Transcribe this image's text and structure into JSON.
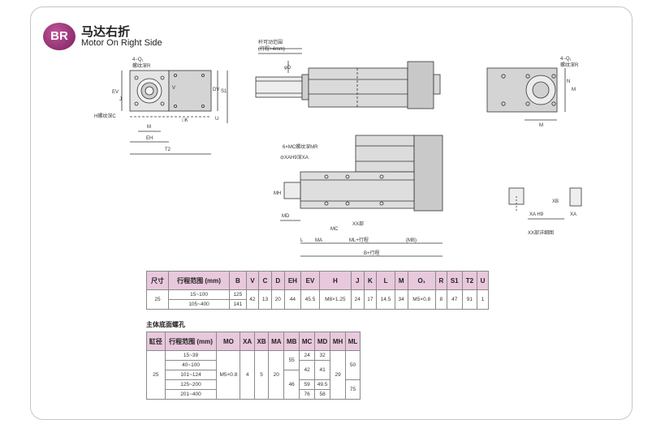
{
  "header": {
    "badge": "BR",
    "title_cn": "马达右折",
    "title_en": "Motor On Right Side"
  },
  "drawing_labels": {
    "front_4q": "4−Q₁",
    "front_thread_r": "螺纹深R",
    "front_h_thread": "H螺纹深C",
    "stroke_range": "杆可动范围",
    "stroke_range_sub": "(行程+4mm)",
    "ev": "EV",
    "j": "J",
    "m": "M",
    "eh": "EH",
    "t2": "T2",
    "k": "□K",
    "v": "V",
    "dv": "DV",
    "s1": "S1",
    "u": "U",
    "phi_d": "φD",
    "right_4q": "4−Q₁",
    "right_thread_r": "螺纹深R",
    "right_n": "N",
    "right_m": "M",
    "six_mc": "6×MC螺纹深MR",
    "xah9": "⊘XAH9深XA",
    "mh": "MH",
    "md": "MD",
    "mc": "MC",
    "xx": "XX部",
    "l": "L",
    "ma": "MA",
    "ml_stroke": "ML+行程",
    "mb": "(MB)",
    "b_stroke": "B+行程",
    "xb": "XB",
    "xa_h9": "XA H9",
    "xa": "XA",
    "xx_detail": "XX部详细图"
  },
  "table1": {
    "headers": [
      "尺寸",
      "行程范围\n(mm)",
      "B",
      "V",
      "C",
      "D",
      "EH",
      "EV",
      "H",
      "J",
      "K",
      "L",
      "M",
      "O₁",
      "R",
      "S1",
      "T2",
      "U"
    ],
    "size": "25",
    "stroke_1": "15~100",
    "b_1": "125",
    "stroke_2": "105~400",
    "b_2": "141",
    "v": "42",
    "c": "13",
    "d": "20",
    "eh": "44",
    "ev": "45.5",
    "h": "M8×1.25",
    "j": "24",
    "k": "17",
    "l": "14.5",
    "m": "34",
    "o1": "M5×0.8",
    "r": "8",
    "s1": "47",
    "t2": "91",
    "u": "1"
  },
  "table2": {
    "title": "主体底面螺孔",
    "headers": [
      "缸径",
      "行程范围\n(mm)",
      "MO",
      "XA",
      "XB",
      "MA",
      "MB",
      "MC",
      "MD",
      "MH",
      "ML"
    ],
    "bore": "25",
    "mo": "M5×0.8",
    "xa": "4",
    "xb": "5",
    "ma": "20",
    "mh": "29",
    "mb_a": "55",
    "mb_b": "46",
    "ml_a": "50",
    "ml_b": "75",
    "rows": [
      {
        "stroke": "15~39",
        "mc": "24",
        "md": "32"
      },
      {
        "stroke": "40~100",
        "mc": "",
        "md": ""
      },
      {
        "stroke": "101~124",
        "mc": "42",
        "md": "41"
      },
      {
        "stroke": "125~200",
        "mc": "59",
        "md": "49.5"
      },
      {
        "stroke": "201~400",
        "mc": "76",
        "md": "58"
      }
    ]
  },
  "colors": {
    "accent": "#b0417f",
    "table_header": "#e8c8dc",
    "body_gray": "#cfcfcf"
  }
}
